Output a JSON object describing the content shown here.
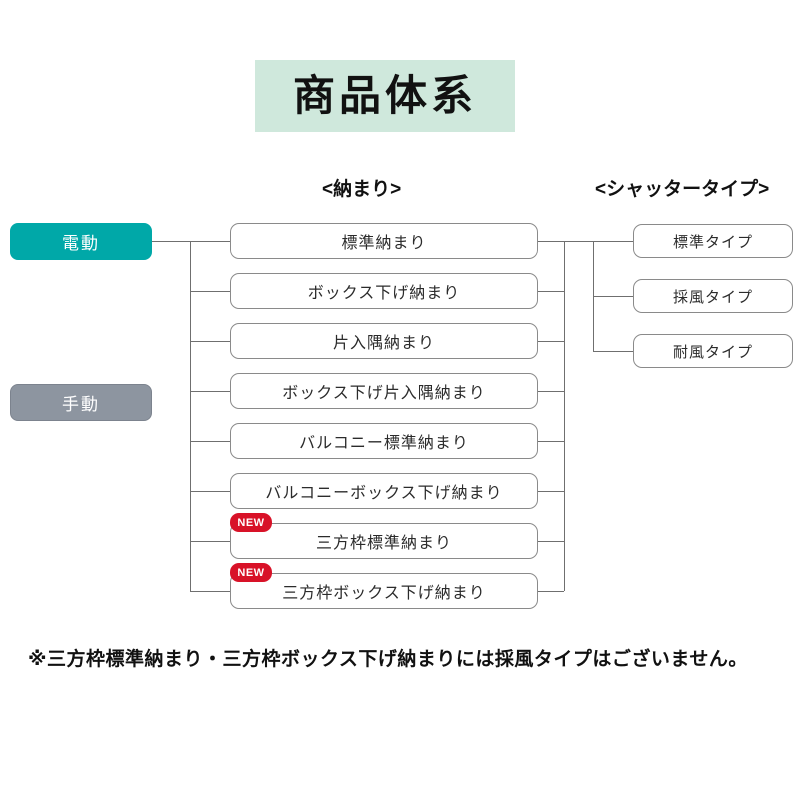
{
  "title": {
    "text": "商品体系",
    "banner_color": "#cfe8dc"
  },
  "columns": {
    "fitting_header": "<納まり>",
    "shutter_header": "<シャッタータイプ>"
  },
  "modes": [
    {
      "label": "電動",
      "color": "#00a8a8"
    },
    {
      "label": "手動",
      "color": "#8d95a0"
    }
  ],
  "fitting_items": [
    {
      "label": "標準納まり",
      "is_new": false
    },
    {
      "label": "ボックス下げ納まり",
      "is_new": false
    },
    {
      "label": "片入隅納まり",
      "is_new": false
    },
    {
      "label": "ボックス下げ片入隅納まり",
      "is_new": false
    },
    {
      "label": "バルコニー標準納まり",
      "is_new": false
    },
    {
      "label": "バルコニーボックス下げ納まり",
      "is_new": false
    },
    {
      "label": "三方枠標準納まり",
      "is_new": true
    },
    {
      "label": "三方枠ボックス下げ納まり",
      "is_new": true
    }
  ],
  "shutter_items": [
    {
      "label": "標準タイプ"
    },
    {
      "label": "採風タイプ"
    },
    {
      "label": "耐風タイプ"
    }
  ],
  "badges": {
    "new_label": "NEW",
    "new_color": "#d81228"
  },
  "footnote": "※三方枠標準納まり・三方枠ボックス下げ納まりには採風タイプはございません。"
}
